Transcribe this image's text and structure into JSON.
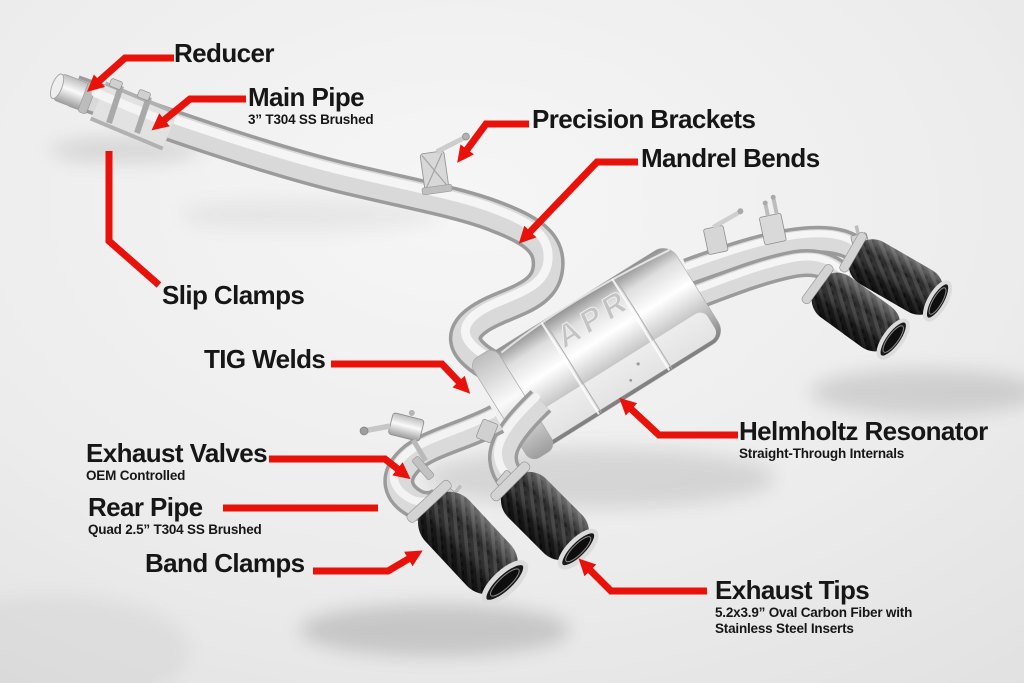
{
  "colors": {
    "background": "#ececec",
    "accent_red": "#e8120b",
    "text": "#161616",
    "steel_light": "#f2f2f2",
    "steel_mid": "#d8d8d8",
    "steel_dark": "#9b9b9b",
    "carbon_dark": "#232323"
  },
  "brand": {
    "muffler_logo": "APR"
  },
  "labels": [
    {
      "id": "reducer",
      "title": "Reducer",
      "subtitle": "",
      "line": "174,58 125,58 98,82"
    },
    {
      "id": "main-pipe",
      "title": "Main Pipe",
      "subtitle": "3” T304 SS Brushed",
      "line": "246,99 190,99 163,121"
    },
    {
      "id": "precision-brackets",
      "title": "Precision Brackets",
      "subtitle": "",
      "line": "529,124 486,124 466,151"
    },
    {
      "id": "mandrel-bends",
      "title": "Mandrel Bends",
      "subtitle": "",
      "line": "638,162 597,162 529,233"
    },
    {
      "id": "slip-clamps",
      "title": "Slip Clamps",
      "subtitle": "",
      "line": "159,285 109,241 109,151"
    },
    {
      "id": "tig-welds",
      "title": "TIG Welds",
      "subtitle": "",
      "line": "331,364 442,364 460,383"
    },
    {
      "id": "exhaust-valves",
      "title": "Exhaust Valves",
      "subtitle": "OEM Controlled",
      "line": "269,459 385,459 399,470"
    },
    {
      "id": "rear-pipe",
      "title": "Rear Pipe",
      "subtitle": "Quad 2.5” T304 SS Brushed",
      "line": "223,508 378,508"
    },
    {
      "id": "band-clamps",
      "title": "Band Clamps",
      "subtitle": "",
      "line": "313,571 388,571 410,558"
    },
    {
      "id": "helmholtz-resonator",
      "title": "Helmholtz Resonator",
      "subtitle": "Straight-Through Internals",
      "line": "738,435 659,435 630,408"
    },
    {
      "id": "exhaust-tips",
      "title": "Exhaust Tips",
      "subtitle": "5.2x3.9” Oval Carbon Fiber with\nStainless Steel Inserts",
      "line": "707,591 611,591 589,569"
    }
  ]
}
